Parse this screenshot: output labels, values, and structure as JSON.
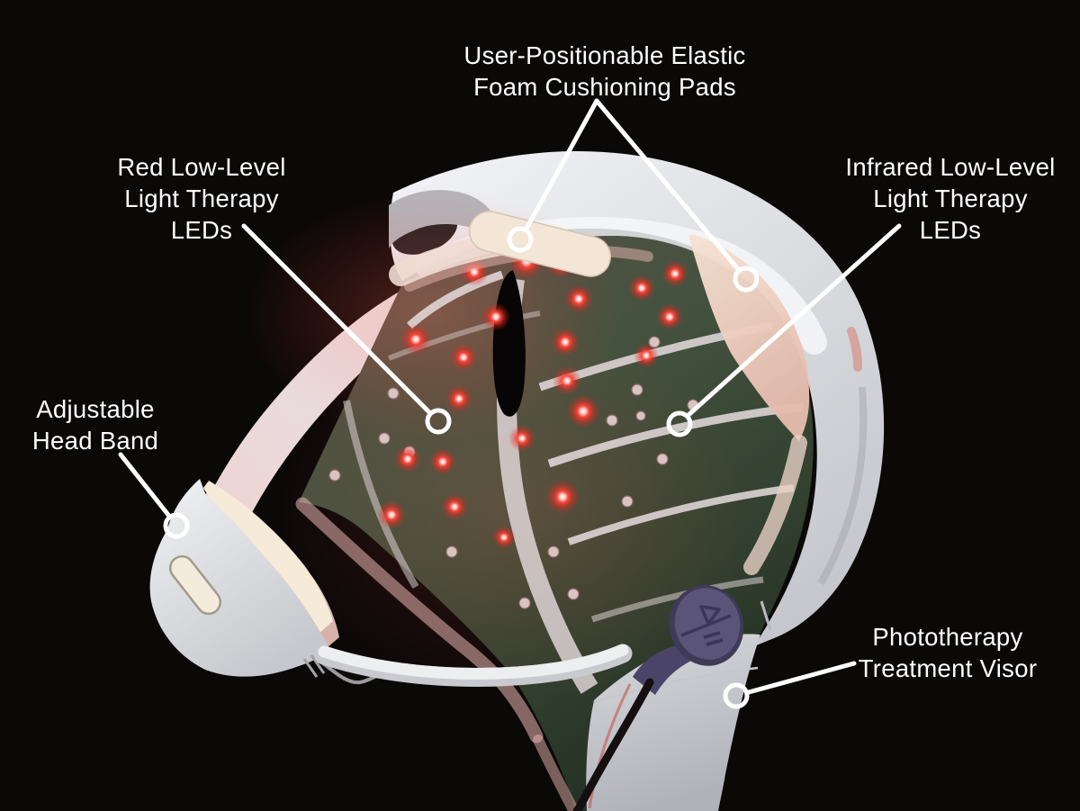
{
  "figure": {
    "background_color": "#0b0808",
    "kind": "annotated product diagram"
  },
  "labels": {
    "foam_pads": "User-Positionable Elastic\nFoam Cushioning Pads",
    "red_leds": "Red Low-Level\nLight Therapy\nLEDs",
    "infrared_leds": "Infrared Low-Level\nLight Therapy\nLEDs",
    "head_band": "Adjustable\nHead Band",
    "visor": "Phototherapy\nTreatment Visor"
  },
  "colors": {
    "background": "#0b0808",
    "label_text": "#ffffff",
    "callout_line": "#ffffff",
    "shell_gray": "#d9dade",
    "shell_highlight": "#f4f5f7",
    "foam_cream": "#f2e4d4",
    "foam_pink": "#ecc9bd",
    "pcb_green": "#3c4a40",
    "led_red": "#ff3b30",
    "knob_purple": "#565178",
    "cable_black": "#171314"
  }
}
